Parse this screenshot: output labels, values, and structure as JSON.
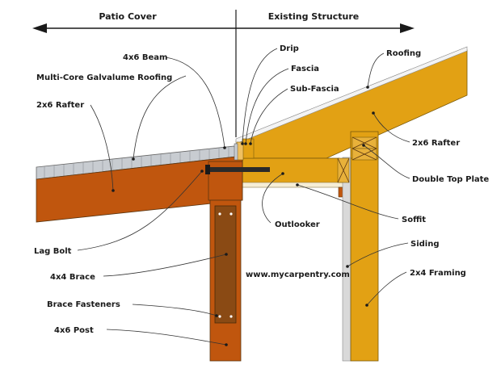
{
  "header": {
    "left_label": "Patio Cover",
    "right_label": "Existing Structure"
  },
  "labels": {
    "beam": "4x6 Beam",
    "drip": "Drip",
    "fascia": "Fascia",
    "roofing": "Roofing",
    "galvalume_roofing": "Multi-Core Galvalume Roofing",
    "sub_fascia": "Sub-Fascia",
    "rafter_left": "2x6 Rafter",
    "rafter_right": "2x6 Rafter",
    "double_top_plate": "Double Top Plate",
    "outlooker": "Outlooker",
    "soffit": "Soffit",
    "lag_bolt": "Lag Bolt",
    "siding": "Siding",
    "brace": "4x4 Brace",
    "website": "www.mycarpentry.com",
    "framing": "2x4 Framing",
    "brace_fasteners": "Brace Fasteners",
    "post": "4x6 Post"
  },
  "colors": {
    "patio_lumber": "#c0560e",
    "brace": "#8a4a14",
    "existing_lumber": "#e2a114",
    "sheet_metal": "#c8ccd1",
    "siding": "#d9d9d9"
  }
}
